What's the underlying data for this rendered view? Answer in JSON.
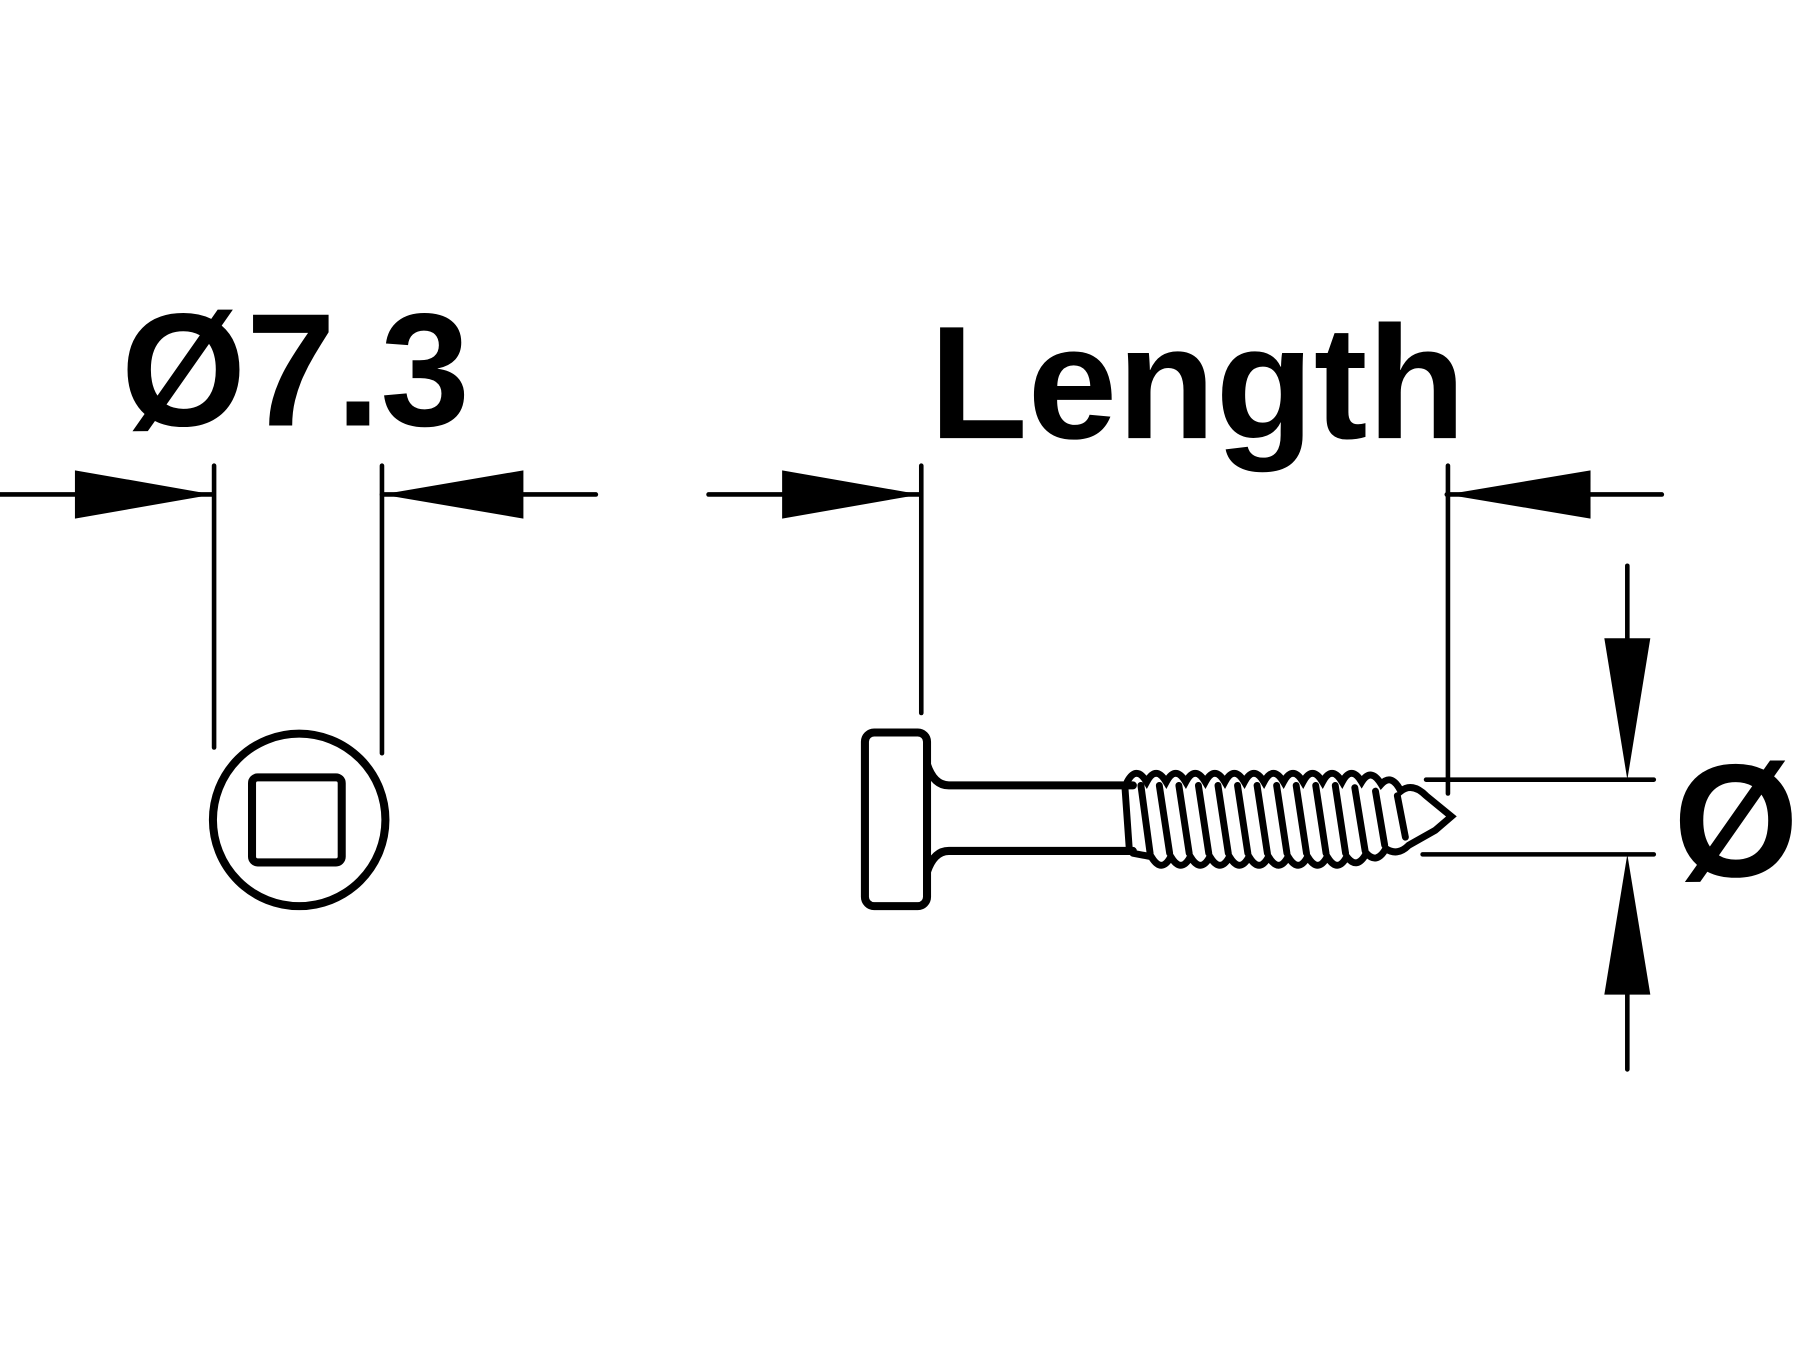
{
  "head_view": {
    "diameter_label": "Ø7.3"
  },
  "side_view": {
    "length_label": "Length",
    "diameter_label": "Ø"
  },
  "colors": {
    "ink": "#000000",
    "background": "#ffffff"
  }
}
